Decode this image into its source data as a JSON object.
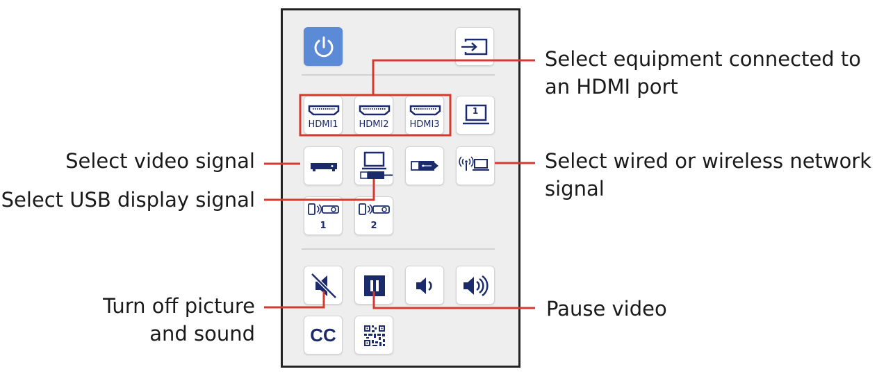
{
  "colors": {
    "accent_power": "#5b8ad6",
    "icon": "#1a2a6b",
    "callout_line": "#d63a2f"
  },
  "buttons": {
    "power": {
      "icon": "power-icon"
    },
    "input": {
      "icon": "input-source-icon"
    },
    "hdmi1": {
      "icon": "hdmi-port-icon",
      "label": "HDMI1"
    },
    "hdmi2": {
      "icon": "hdmi-port-icon",
      "label": "HDMI2"
    },
    "hdmi3": {
      "icon": "hdmi-port-icon",
      "label": "HDMI3"
    },
    "computer1": {
      "icon": "laptop-icon",
      "label": "1"
    },
    "video": {
      "icon": "video-player-icon"
    },
    "usb_display": {
      "icon": "laptop-usb-icon"
    },
    "usb": {
      "icon": "usb-icon"
    },
    "network": {
      "icon": "network-icon"
    },
    "screen_mirror1": {
      "icon": "screen-mirroring-icon",
      "label": "1"
    },
    "screen_mirror2": {
      "icon": "screen-mirroring-icon",
      "label": "2"
    },
    "av_mute": {
      "icon": "av-mute-icon"
    },
    "pause": {
      "icon": "pause-icon"
    },
    "volume_down": {
      "icon": "volume-down-icon"
    },
    "volume_up": {
      "icon": "volume-up-icon"
    },
    "cc": {
      "label": "CC"
    },
    "qr": {
      "icon": "qr-code-icon"
    }
  },
  "callouts": {
    "hdmi": [
      "Select equipment connected to",
      "an HDMI port"
    ],
    "video": [
      "Select video signal"
    ],
    "usb_display": [
      "Select USB display signal"
    ],
    "network": [
      "Select wired or wireless network",
      "signal"
    ],
    "av_mute": [
      "Turn off picture",
      "and sound"
    ],
    "pause": [
      "Pause video"
    ]
  }
}
